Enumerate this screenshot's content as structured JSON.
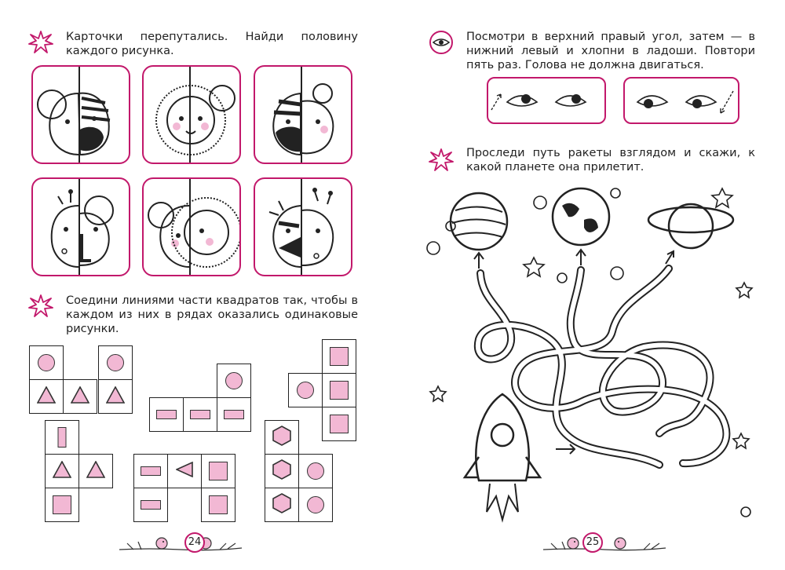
{
  "left_page": {
    "task1_text": "Карточки перепутались. Найди половину каждого рисунка.",
    "task2_text": "Соедини линиями части квадратов так, чтобы в каждом из них в рядах оказались одинаковые рисунки.",
    "page_number": "24"
  },
  "right_page": {
    "task1_text": "Посмотри в верхний правый угол, затем — в нижний левый и хлопни в ладоши. Повтори пять раз. Голова не должна двигаться.",
    "task2_text": "Проследи путь ракеты взглядом и скажи, к какой планете она прилетит.",
    "page_number": "25"
  },
  "colors": {
    "accent": "#c2186b",
    "fill_pink": "#f2b8d4"
  },
  "icons": [
    "star-burst-icon",
    "eye-icon",
    "planet-icon",
    "rocket-icon",
    "bird-icon"
  ]
}
